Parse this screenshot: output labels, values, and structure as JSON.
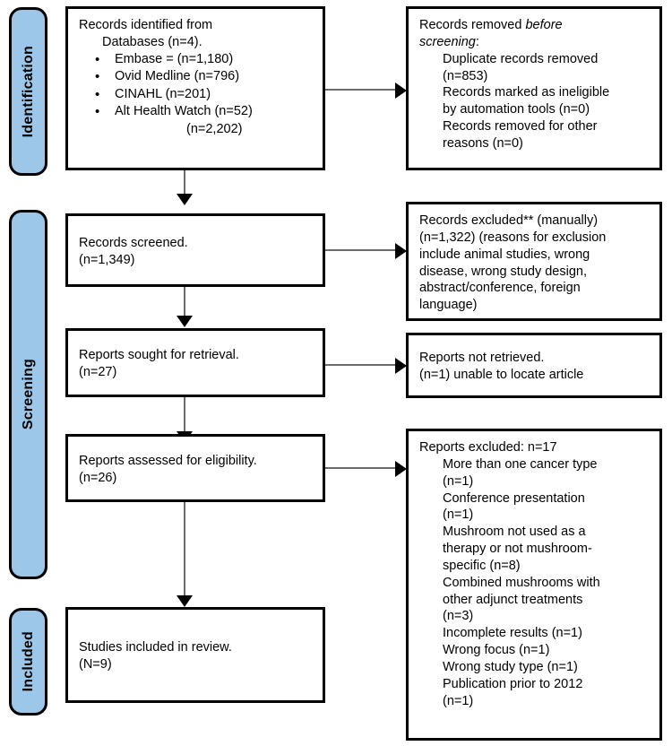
{
  "diagram": {
    "title": "PRISMA flow diagram",
    "accent_color": "#9dc7e8",
    "border_color": "#000000",
    "connector_color": "#6b6b6b"
  },
  "stages": [
    {
      "id": "identification",
      "label": "Identification"
    },
    {
      "id": "screening",
      "label": "Screening"
    },
    {
      "id": "included",
      "label": "Included"
    }
  ],
  "boxes": {
    "records_identified": {
      "heading": "Records identified from",
      "subheading": "Databases (n=4).",
      "sources": [
        "Embase = (n=1,180)",
        "Ovid Medline (n=796)",
        "CINAHL (n=201)",
        "Alt Health Watch (n=52)"
      ],
      "bullet_glyph": "•",
      "total": "(n=2,202)"
    },
    "records_removed": {
      "line1_prefix": "Records removed ",
      "line1_italic": "before",
      "line2_italic": "screening",
      "line2_suffix": ":",
      "items": [
        "Duplicate records removed",
        "(n=853)",
        "Records marked as ineligible",
        "by automation tools (n=0)",
        "Records removed for other",
        "reasons (n=0)"
      ]
    },
    "records_screened": {
      "line1": "Records screened.",
      "line2": "(n=1,349)"
    },
    "records_excluded": {
      "lines": [
        "Records excluded** (manually)",
        "(n=1,322) (reasons for exclusion",
        "include animal studies, wrong",
        "disease, wrong study design,",
        "abstract/conference, foreign",
        "language)"
      ]
    },
    "reports_sought": {
      "line1": "Reports sought for retrieval.",
      "line2": "(n=27)"
    },
    "reports_not_retrieved": {
      "line1": "Reports not retrieved.",
      "line2": "(n=1) unable to locate article"
    },
    "reports_assessed": {
      "line1": "Reports assessed for eligibility.",
      "line2": "(n=26)"
    },
    "reports_excluded": {
      "heading": "Reports excluded: n=17",
      "items": [
        "More than one cancer type",
        "(n=1)",
        "Conference presentation",
        "(n=1)",
        "Mushroom not used as a",
        "therapy or not mushroom-",
        "specific (n=8)",
        "Combined mushrooms with",
        "other adjunct treatments",
        "(n=3)",
        "Incomplete results (n=1)",
        "Wrong focus (n=1)",
        "Wrong study type (n=1)",
        "Publication prior to 2012",
        "(n=1)"
      ]
    },
    "studies_included": {
      "line1": "Studies included in review.",
      "line2": "(N=9)"
    }
  }
}
